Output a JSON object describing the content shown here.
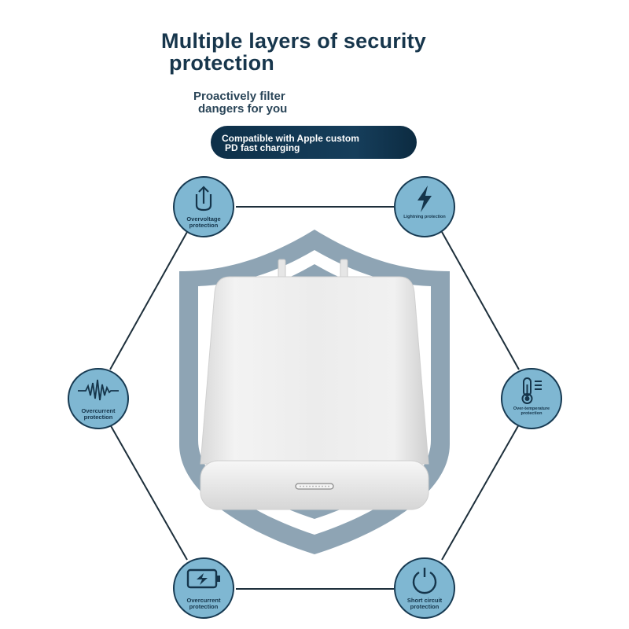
{
  "headline": {
    "line1": "Multiple layers of security",
    "line2": "protection"
  },
  "subtitle": {
    "line1": "Proactively filter",
    "line2": "dangers for you"
  },
  "badge": {
    "line1": "Compatible with Apple custom",
    "line2": "PD fast charging"
  },
  "features": [
    {
      "icon": "arrow-up-icon",
      "label": "Overvoltage protection"
    },
    {
      "icon": "lightning-bolt-icon",
      "label": "Lightning protection"
    },
    {
      "icon": "waveform-icon",
      "label": "Overcurrent protection"
    },
    {
      "icon": "thermometer-icon",
      "label": "Over-temperature protection"
    },
    {
      "icon": "battery-bolt-icon",
      "label": "Overcurrent protection"
    },
    {
      "icon": "power-icon",
      "label": "Short circuit protection"
    }
  ],
  "colors": {
    "title": "#17364c",
    "badge_bg": "#163e5b",
    "node_fill": "#7fb7d2",
    "node_stroke": "#173a52",
    "shield": "#8ea4b4"
  }
}
